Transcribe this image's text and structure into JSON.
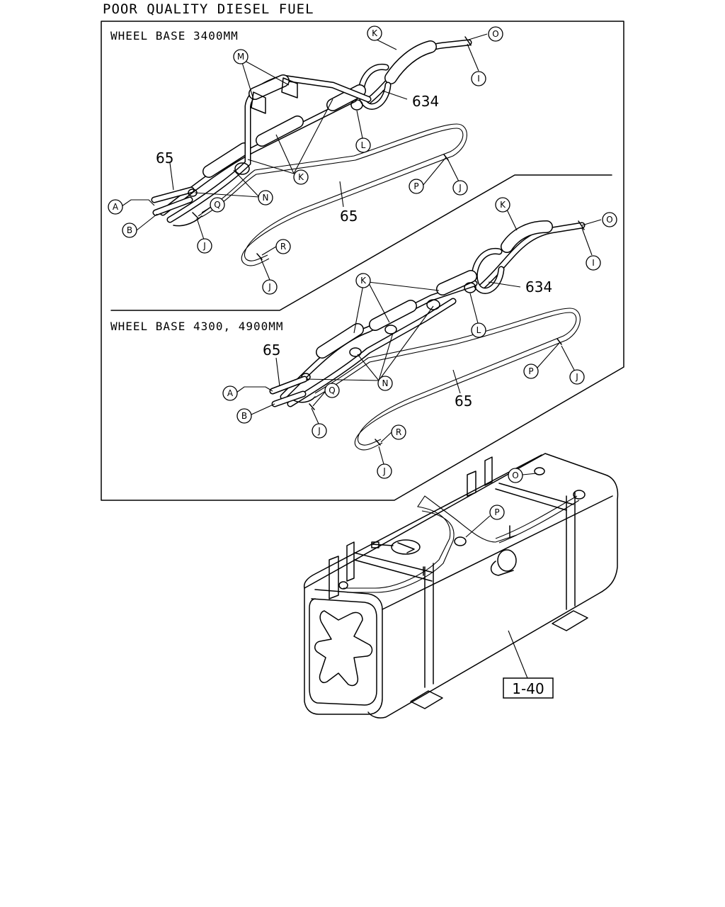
{
  "title": "POOR QUALITY DIESEL FUEL",
  "sections": {
    "upper": {
      "label": "WHEEL BASE 3400MM"
    },
    "lower": {
      "label": "WHEEL BASE 4300, 4900MM"
    }
  },
  "part_numbers": {
    "pipe": "65",
    "hose": "634",
    "tank_ref": "1-40"
  },
  "callout_letters": {
    "A": "A",
    "B": "B",
    "I": "I",
    "J": "J",
    "K": "K",
    "L": "L",
    "M": "M",
    "N": "N",
    "O": "O",
    "P": "P",
    "Q": "Q",
    "R": "R"
  }
}
